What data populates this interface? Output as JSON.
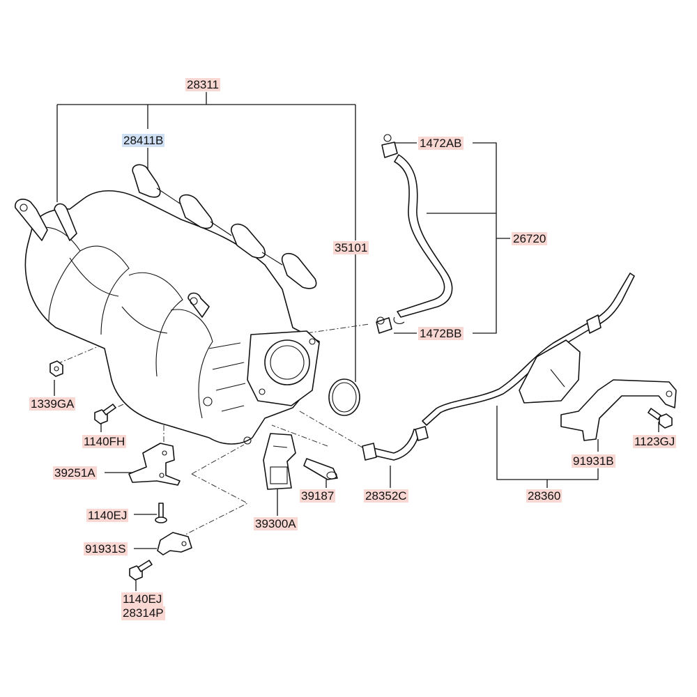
{
  "labels": {
    "manifold": "28311",
    "gasket": "28411B",
    "o_ring": "35101",
    "clamp_top": "1472AB",
    "hose": "26720",
    "clamp_bottom": "1472BB",
    "nut": "1339GA",
    "bolt_1140fh": "1140FH",
    "bracket_39251a": "39251A",
    "bolt_1140ej_a": "1140EJ",
    "bracket_91931s": "91931S",
    "bolt_1140ej_b": "1140EJ",
    "bolt_28314p": "28314P",
    "sensor": "39300A",
    "screw_39187": "39187",
    "hose_28352c": "28352C",
    "pipe_28360": "28360",
    "bracket_91931b": "91931B",
    "bolt_1123gj": "1123GJ"
  },
  "colors": {
    "label_bg": "#f9d7d3",
    "selected_label_bg": "#cfe0f4",
    "line": "#111111"
  }
}
